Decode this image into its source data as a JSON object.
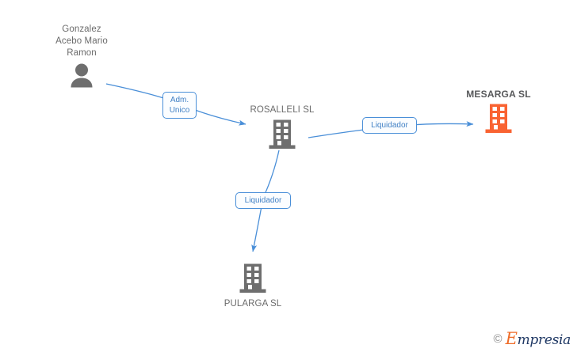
{
  "diagram": {
    "type": "corporate-relationship-graph",
    "colors": {
      "edge": "#4a8fd8",
      "label_border": "#4a8fd8",
      "label_text": "#3f7fc4",
      "node_gray": "#6e6e6e",
      "node_highlight": "#f96332",
      "text_gray": "#6b6b6b",
      "background": "#ffffff"
    },
    "nodes": [
      {
        "id": "person",
        "name": "Gonzalez Acebo Mario Ramon",
        "label": "Gonzalez\nAcebo Mario\nRamon",
        "icon": "person-icon",
        "kind": "person",
        "highlighted": false,
        "label_position": "above"
      },
      {
        "id": "rosalleli",
        "name": "ROSALLELI SL",
        "label": "ROSALLELI SL",
        "icon": "building-icon",
        "kind": "company",
        "highlighted": false,
        "label_position": "above"
      },
      {
        "id": "mesarga",
        "name": "MESARGA SL",
        "label": "MESARGA SL",
        "icon": "building-icon",
        "kind": "company",
        "highlighted": true,
        "label_position": "above"
      },
      {
        "id": "pularga",
        "name": "PULARGA SL",
        "label": "PULARGA SL",
        "icon": "building-icon",
        "kind": "company",
        "highlighted": false,
        "label_position": "below"
      }
    ],
    "edges": [
      {
        "id": "edge-person-rosalleli",
        "from": "person",
        "to": "rosalleli",
        "label": "Adm.\nUnico",
        "role": "Adm. Unico"
      },
      {
        "id": "edge-rosalleli-mesarga",
        "from": "rosalleli",
        "to": "mesarga",
        "label": "Liquidador",
        "role": "Liquidador"
      },
      {
        "id": "edge-rosalleli-pularga",
        "from": "rosalleli",
        "to": "pularga",
        "label": "Liquidador",
        "role": "Liquidador"
      }
    ]
  },
  "watermark": {
    "copyright_symbol": "©",
    "brand_initial": "E",
    "brand_rest": "mpresia",
    "full": "© Empresia"
  }
}
